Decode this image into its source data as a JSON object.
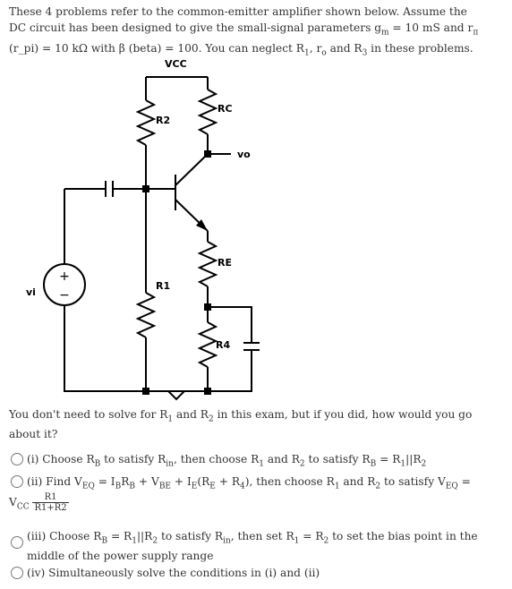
{
  "intro": {
    "line1": "These 4 problems refer to the common-emitter amplifier shown below.  Assume the",
    "line2_a": "DC circuit has been designed to give the small-signal parameters g",
    "line2_sub": "m",
    "line2_b": " = 10 mS and r",
    "line2_sub2": "π",
    "line3_a": "(r_pi) = 10 kΩ with β (beta) = 100.  You can neglect R",
    "line3_sub1": "1",
    "line3_b": ", r",
    "line3_sub2": "o",
    "line3_c": " and R",
    "line3_sub3": "3",
    "line3_d": " in these problems."
  },
  "circuit": {
    "vcc": "VCC",
    "rc": "RC",
    "r2": "R2",
    "vo": "vo",
    "re": "RE",
    "r1": "R1",
    "r4": "R4",
    "vi": "vi",
    "plus": "+",
    "minus": "−"
  },
  "question": {
    "text": "You don't need to solve for R1 and R2 in this exam, but if you did, how would you go about it?",
    "part_a": "You don't need to solve for R",
    "sub1": "1",
    "part_b": " and R",
    "sub2": "2",
    "part_c": " in this exam, but if you did, how would you go",
    "line2": "about it?"
  },
  "options": [
    {
      "a": "(i) Choose R",
      "s1": "B",
      "b": " to satisfy R",
      "s2": "in",
      "c": ", then choose R",
      "s3": "1",
      "d": " and R",
      "s4": "2",
      "e": " to satisfy R",
      "s5": "B",
      "f": " = R",
      "s6": "1",
      "g": "||R",
      "s7": "2"
    },
    {
      "a": "(ii) Find V",
      "s1": "EQ",
      "b": " = I",
      "s2": "B",
      "c": "R",
      "s3": "B",
      "d": " + V",
      "s4": "BE",
      "e": " + I",
      "s5": "E",
      "f": "(R",
      "s6": "E",
      "g": " + R",
      "s7": "4",
      "h": "), then choose R",
      "s8": "1",
      "i": " and R",
      "s9": "2",
      "j": " to satisfy V",
      "s10": "EQ",
      "k": " =",
      "vcc": "V",
      "vcc_sub": "CC",
      "frac_num": "R1",
      "frac_den": "R1+R2"
    },
    {
      "a": "(iii) Choose R",
      "s1": "B",
      "b": " = R",
      "s2": "1",
      "c": "||R",
      "s3": "2",
      "d": " to satisfy R",
      "s4": "in",
      "e": ", then set R",
      "s5": "1",
      "f": " = R",
      "s6": "2",
      "g": " to set the bias point in the",
      "line2": "middle of the power supply range"
    },
    {
      "a": "(iv) Simultaneously solve the conditions in (i) and (ii)"
    }
  ]
}
